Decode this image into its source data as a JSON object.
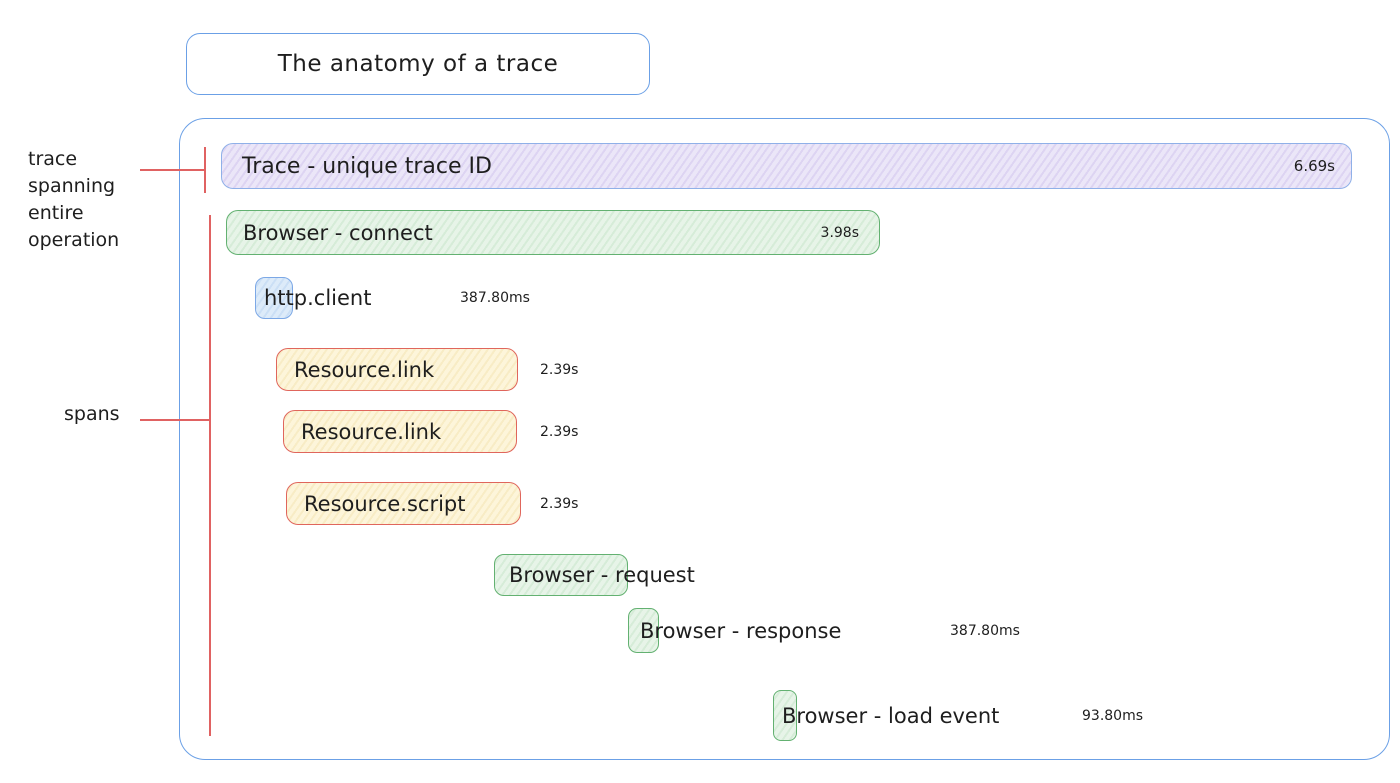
{
  "title": {
    "text": "The anatomy of a trace"
  },
  "annotations": {
    "trace": "trace spanning entire operation",
    "spans": "spans"
  },
  "spans": [
    {
      "id": "trace",
      "label": "Trace - unique trace ID",
      "duration": "6.69s",
      "color_role": "purple"
    },
    {
      "id": "browser-connect",
      "label": "Browser - connect",
      "duration": "3.98s",
      "color_role": "green"
    },
    {
      "id": "http-client",
      "label": "http.client",
      "duration": "387.80ms",
      "color_role": "blue"
    },
    {
      "id": "resource-link-1",
      "label": "Resource.link",
      "duration": "2.39s",
      "color_role": "yellow"
    },
    {
      "id": "resource-link-2",
      "label": "Resource.link",
      "duration": "2.39s",
      "color_role": "yellow"
    },
    {
      "id": "resource-script",
      "label": "Resource.script",
      "duration": "2.39s",
      "color_role": "yellow"
    },
    {
      "id": "browser-request",
      "label": "Browser - request",
      "duration": "",
      "color_role": "green"
    },
    {
      "id": "browser-response",
      "label": "Browser - response",
      "duration": "387.80ms",
      "color_role": "green"
    },
    {
      "id": "browser-load-event",
      "label": "Browser - load event",
      "duration": "93.80ms",
      "color_role": "green"
    }
  ],
  "colors": {
    "outline_blue": "#6ba0e6",
    "trace_border": "#8fb0e8",
    "trace_fill": "#e6e0f6",
    "green_border": "#63b171",
    "green_fill": "#e0f0e1",
    "blue_border": "#7ca8e6",
    "blue_fill": "#d5e6f7",
    "yellow_border": "#e0665c",
    "yellow_fill": "#fbf1d1",
    "annotation_line_red": "#e06262",
    "text": "#1e1e1e"
  }
}
